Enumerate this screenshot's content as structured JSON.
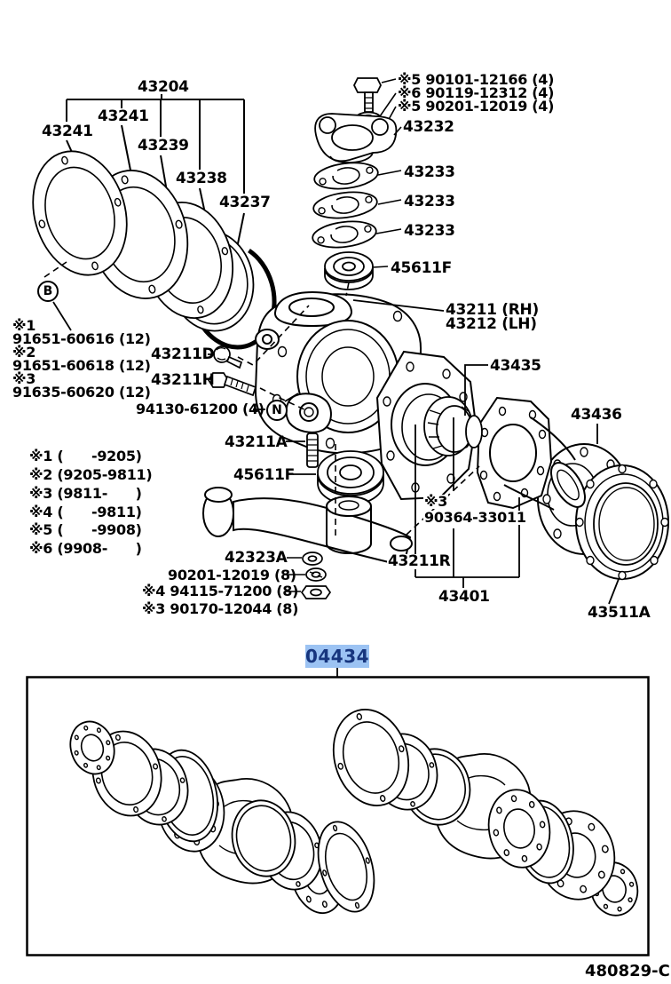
{
  "doc": {
    "drawing_number": "480829-C"
  },
  "kit_link": {
    "part_number": "04434",
    "bg_color": "#9cc3f3",
    "fg_color": "#17357e"
  },
  "line_color": "#000000",
  "labels": {
    "p43204": "43204",
    "p43241_left": "43241",
    "p43241_top": "43241",
    "p43239": "43239",
    "p43238": "43238",
    "p43237": "43237",
    "n90101": "※5 90101-12166 (4)",
    "n90119": "※6 90119-12312 (4)",
    "n90201_4": "※5 90201-12019 (4)",
    "p43232": "43232",
    "p43233_1": "43233",
    "p43233_2": "43233",
    "p43233_3": "43233",
    "p45611f_top": "45611F",
    "p43211rh": "43211 (RH)",
    "p43212lh": "43212 (LH)",
    "p43435": "43435",
    "p43436": "43436",
    "circle_b": "B",
    "circle_n": "N",
    "note1_mark": "※1",
    "note1_part": "91651-60616 (12)",
    "note2_mark": "※2",
    "note2_part": "91651-60618 (12)",
    "note3_mark": "※3",
    "note3_part": "91635-60620 (12)",
    "p43211d": "43211D",
    "p43211h": "43211H",
    "p94130": "94130-61200 (4)",
    "p43211a": "43211A",
    "p45611f_mid": "45611F",
    "range1": "※1 (      -9205)",
    "range2": "※2 (9205-9811)",
    "range3": "※3 (9811-      )",
    "range4": "※4 (      -9811)",
    "range5": "※5 (      -9908)",
    "range6": "※6 (9908-      )",
    "p42323a": "42323A",
    "p90201_8": "90201-12019 (8)",
    "p94115": "※4 94115-71200 (8)",
    "p90170": "※3 90170-12044 (8)",
    "mark3_right": "※3",
    "p90364": "90364-33011",
    "p43211r": "43211R",
    "p43401": "43401",
    "p43511a": "43511A"
  }
}
